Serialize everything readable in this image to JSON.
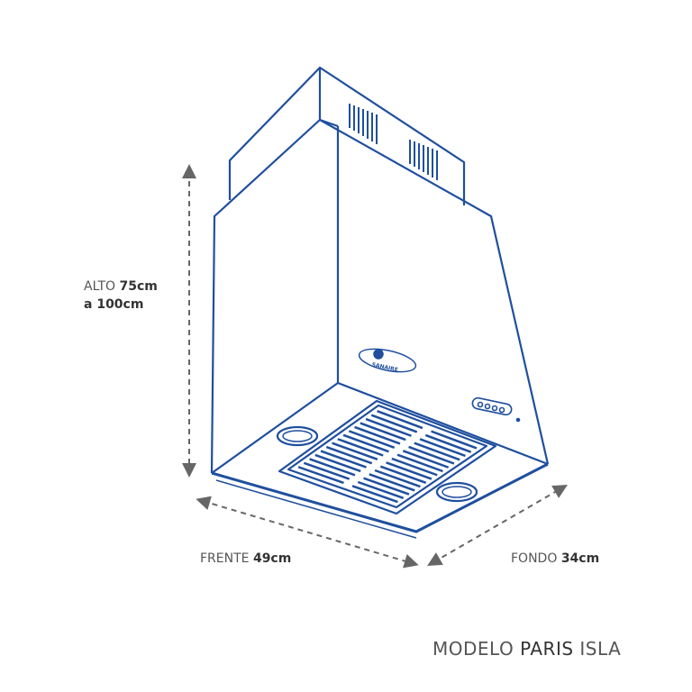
{
  "dimensions": {
    "alto": {
      "label": "ALTO",
      "value": "75cm",
      "value2": "a 100cm"
    },
    "frente": {
      "label": "FRENTE",
      "value": "49cm"
    },
    "fondo": {
      "label": "FONDO",
      "value": "34cm"
    }
  },
  "model": {
    "prefix": "MODELO",
    "name": "PARIS",
    "suffix": "ISLA"
  },
  "brand_logo": "SANAIRE",
  "colors": {
    "line": "#1f4f9e",
    "dim": "#666666"
  }
}
